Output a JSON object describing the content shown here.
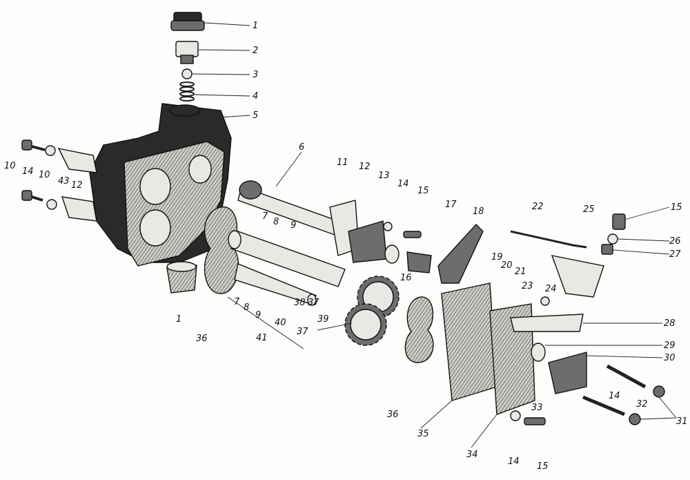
{
  "figure": {
    "title": "Exploded view of a gear pump assembly",
    "labels": [
      "1",
      "2",
      "3",
      "4",
      "5",
      "6",
      "11",
      "12",
      "13",
      "14",
      "15",
      "17",
      "18",
      "22",
      "25",
      "15",
      "26",
      "27",
      "10",
      "14",
      "10",
      "43",
      "12",
      "7",
      "8",
      "9",
      "1",
      "36",
      "7",
      "8",
      "9",
      "40",
      "38",
      "37",
      "39",
      "41",
      "37",
      "16",
      "19",
      "20",
      "21",
      "23",
      "24",
      "28",
      "29",
      "30",
      "14",
      "32",
      "31",
      "36",
      "35",
      "33",
      "34",
      "14",
      "15"
    ]
  },
  "colors": {
    "ink": "#111111",
    "paper": "#fdfdfb",
    "casting": "#2a2a2a"
  }
}
